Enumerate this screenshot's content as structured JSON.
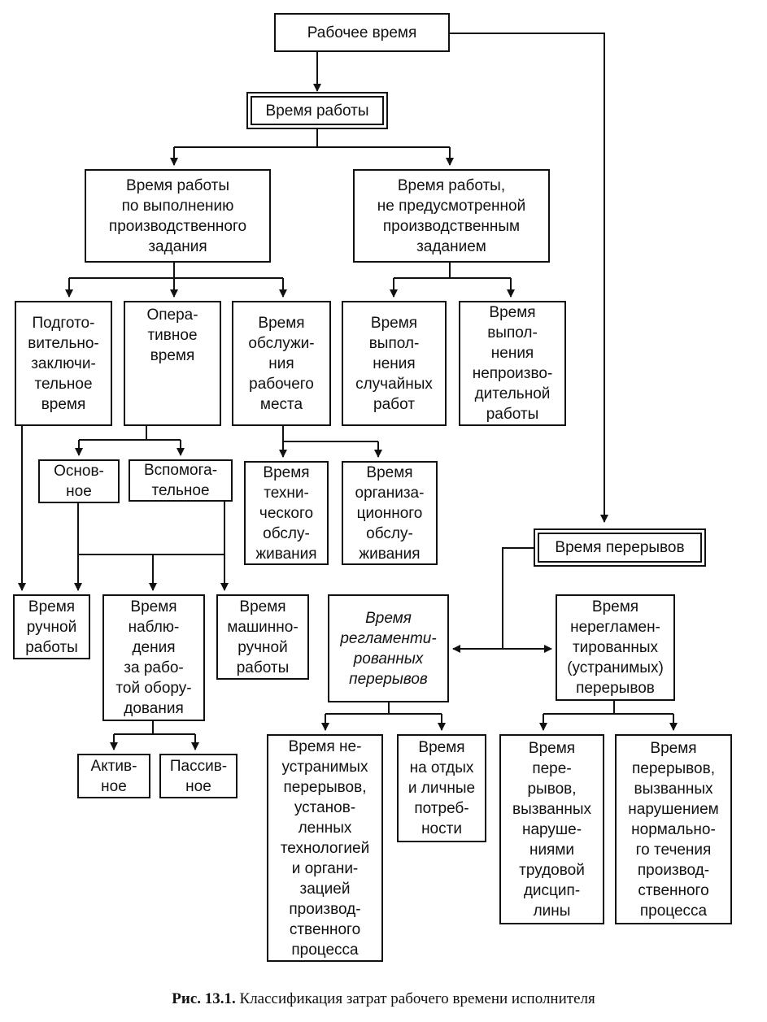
{
  "boxes": {
    "working_time": "Рабочее время",
    "work_time": "Время работы",
    "task_work": "Время работы\nпо выполнению\nпроизводственного\nзадания",
    "non_task_work": "Время работы,\nне предусмотренной\nпроизводственным\nзаданием",
    "prep_final": "Подгото-\nвительно-\nзаключи-\nтельное\nвремя",
    "operative": "Опера-\nтивное\nвремя",
    "workplace_service": "Время\nобслужи-\nния\nрабочего\nместа",
    "random_work": "Время\nвыпол-\nнения\nслучайных\nработ",
    "unproductive_work": "Время\nвыпол-\nнения\nнепроизво-\nдительной\nработы",
    "main": "Основ-\nное",
    "auxiliary": "Вспомога-\nтельное",
    "technical_service": "Время\nтехни-\nческого\nобслу-\nживания",
    "org_service": "Время\nорганиза-\nционного\nобслу-\nживания",
    "breaks": "Время перерывов",
    "manual": "Время\nручной\nработы",
    "observation": "Время\nнаблю-\nдения\nза рабо-\nтой обору-\nдования",
    "machine_manual": "Время\nмашинно-\nручной\nработы",
    "regulated_breaks": "Время\nрегламенти-\nрованных\nперерывов",
    "unregulated_breaks": "Время\nнерегламен-\nтированных\n(устранимых)\nперерывов",
    "active": "Актив-\nное",
    "passive": "Пассив-\nное",
    "unavoidable_breaks": "Время не-\nустранимых\nперерывов,\nустанов-\nленных\nтехнологией\nи органи-\nзацией\nпроизвод-\nственного\nпроцесса",
    "rest": "Время\nна отдых\nи личные\nпотреб-\nности",
    "discipline_breaks": "Время\nпере-\nрывов,\nвызванных\nнаруше-\nниями\nтрудовой\nдисцип-\nлины",
    "process_breaks": "Время\nперерывов,\nвызванных\nнарушением\nнормально-\nго течения\nпроизвод-\nственного\nпроцесса"
  },
  "caption": {
    "label": "Рис. 13.1.",
    "text": "Классификация затрат рабочего времени исполнителя"
  }
}
